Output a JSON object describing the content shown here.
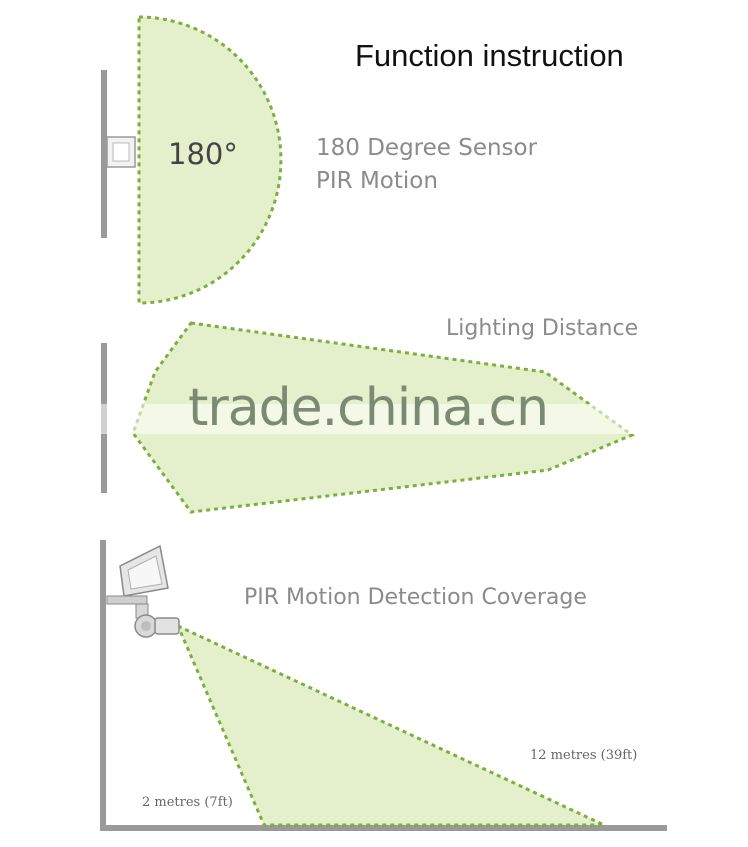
{
  "title": "Function instruction",
  "sensor": {
    "angle_label": "180°",
    "line1": "180 Degree Sensor",
    "line2": "PIR Motion"
  },
  "lighting": {
    "label": "Lighting Distance"
  },
  "coverage": {
    "label": "PIR Motion Detection Coverage",
    "near_distance": "2 metres (7ft)",
    "far_distance": "12 metres (39ft)"
  },
  "watermark": "trade.china.cn",
  "colors": {
    "zone_fill": "#e4efcb",
    "zone_border": "#7fae3e",
    "wall": "#9a9a9a"
  }
}
